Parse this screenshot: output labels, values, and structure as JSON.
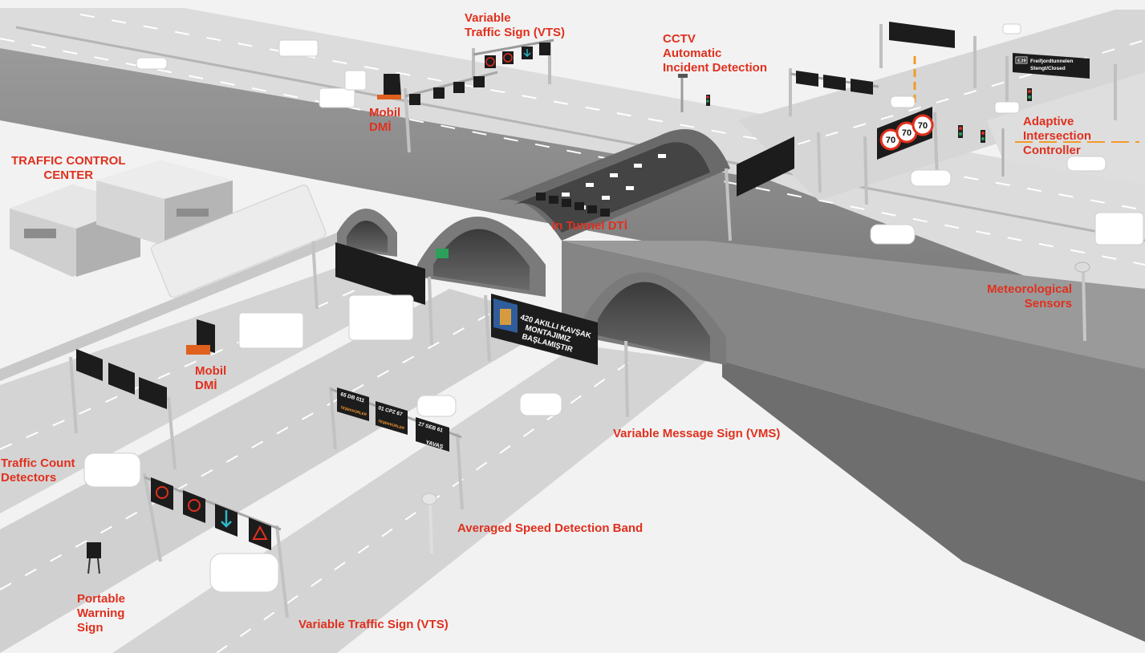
{
  "labels": {
    "vts_top": "Variable\nTraffic Sign (VTS)",
    "cctv": "CCTV\nAutomatic\nIncident Detection",
    "mobil_dmi_top": "Mobil\nDMİ",
    "traffic_control_center": "TRAFFIC CONTROL\nCENTER",
    "adaptive_intersection": "Adaptive\nIntersection\nController",
    "in_tunnel_dti": "In Tunnel DTİ",
    "meteorological": "Meteorological\nSensors",
    "mobil_dmi_bottom": "Mobil\nDMİ",
    "vms": "Variable Message Sign (VMS)",
    "traffic_count": "Traffic Count\nDetectors",
    "averaged_speed": "Averaged Speed Detection Band",
    "portable_warning": "Portable\nWarning\nSign",
    "vts_bottom": "Variable Traffic Sign (VTS)"
  },
  "signs": {
    "vms_line1": "420 AKILLI KAVŞAK",
    "vms_line2": "MONTAJIMIZ",
    "vms_line3": "BAŞLAMIŞTIR",
    "speed_limit": "70",
    "norway_line1": "Freifjordtunnelen",
    "norway_line2": "Stengt/Closed",
    "norway_code": "E39",
    "plate1": "65 DB 011",
    "plate2": "01 CPZ 67",
    "plate3": "27 SEB 61",
    "plate_msg": "TEŞEKKÜRLER",
    "plate_slow": "YAVAŞ"
  },
  "colors": {
    "label_red": "#e0301e",
    "orange_accent": "#f39a2b",
    "road": "#d9d9d9",
    "wall": "#8a8a8a",
    "sign_dark": "#1c1c1c"
  }
}
